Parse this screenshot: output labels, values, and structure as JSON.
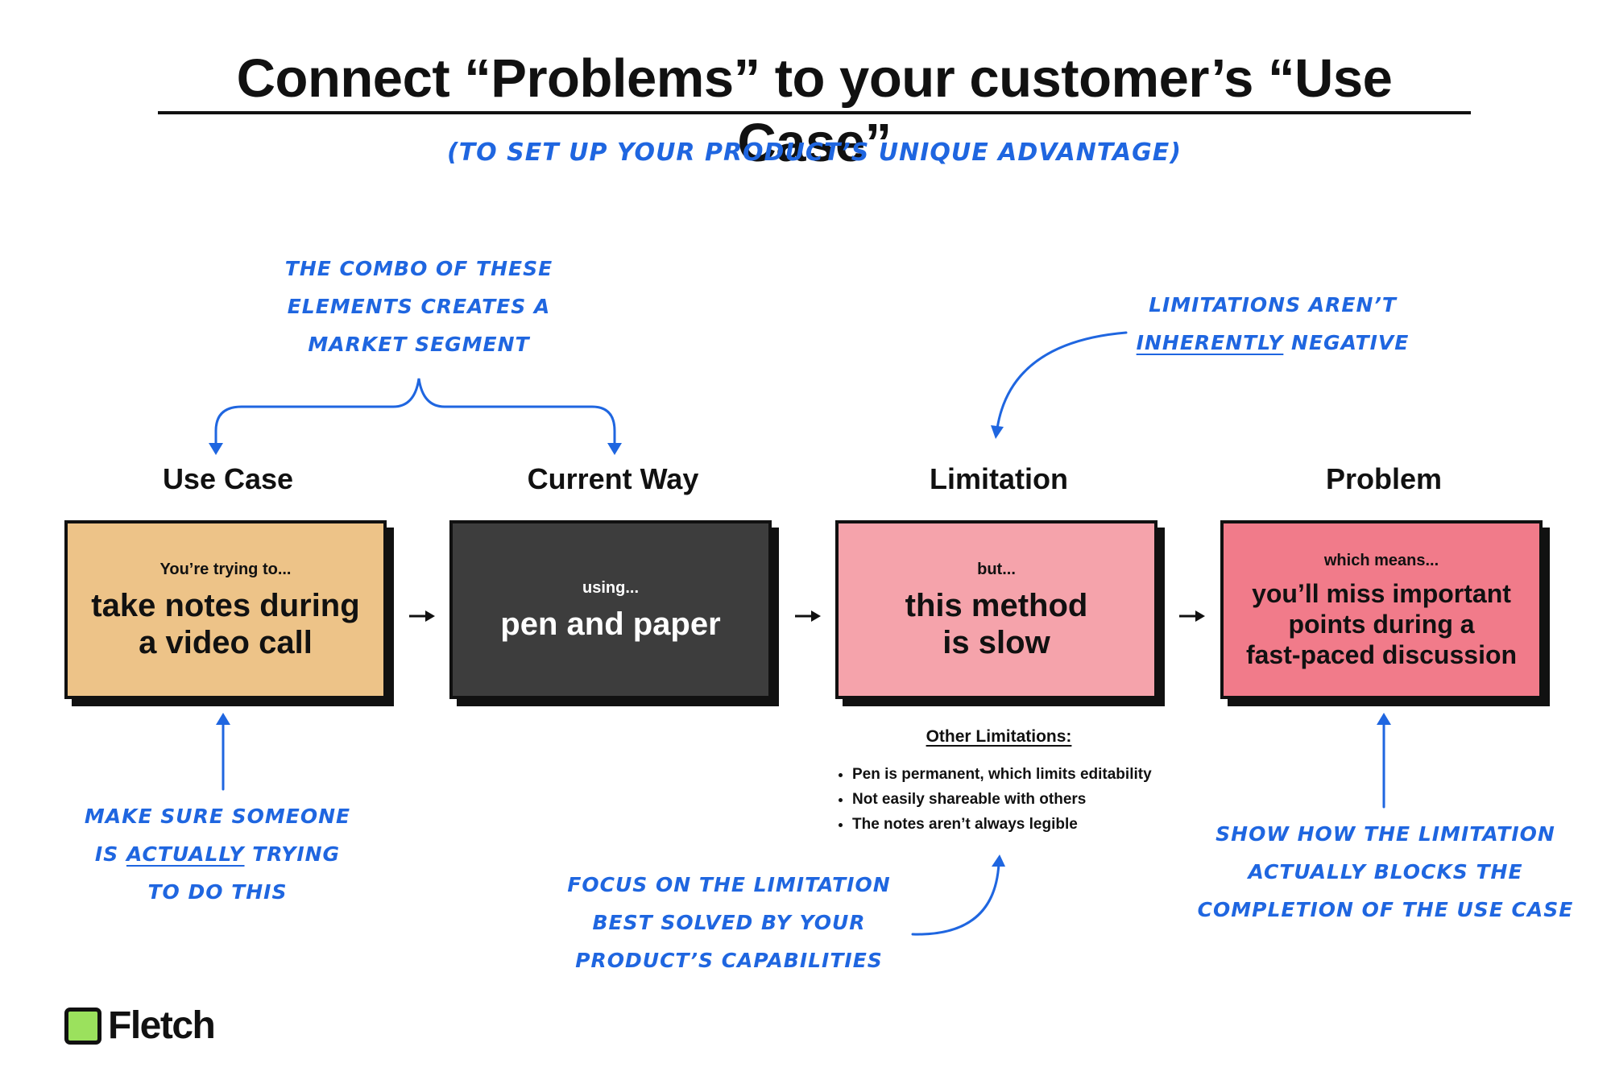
{
  "title": "Connect “Problems” to your customer’s “Use Case”",
  "subtitle": "(to set up your product’s unique advantage)",
  "annotations": {
    "combo": [
      "The combo of these",
      "elements creates a",
      "market segment"
    ],
    "limitations_negative": {
      "line1": "Limitations aren’t",
      "line2_underlined": "inherently",
      "line2_rest": " negative"
    },
    "make_sure": {
      "line1": "Make sure someone",
      "line2_prefix": "is ",
      "line2_underlined": "actually",
      "line2_rest": " trying",
      "line3": "to do this"
    },
    "focus": [
      "Focus on the limitation",
      "best solved by your",
      "product’s capabilities"
    ],
    "show": [
      "Show how the limitation",
      "actually blocks the",
      "completion of the use case"
    ]
  },
  "stages": [
    {
      "title": "Use Case",
      "lead": "You’re trying to...",
      "text_lines": [
        "take notes during",
        "a video call"
      ]
    },
    {
      "title": "Current Way",
      "lead": "using...",
      "text_lines": [
        "pen and paper"
      ]
    },
    {
      "title": "Limitation",
      "lead": "but...",
      "text_lines": [
        "this method",
        "is slow"
      ]
    },
    {
      "title": "Problem",
      "lead": "which means...",
      "text_lines": [
        "you’ll miss important",
        "points during a",
        "fast-paced discussion"
      ]
    }
  ],
  "other_limitations": {
    "heading": "Other Limitations:",
    "items": [
      "Pen is permanent, which limits editability",
      "Not easily shareable with others",
      "The notes aren’t always legible"
    ]
  },
  "colors": {
    "use_case": "#edc388",
    "current_way": "#3d3d3d",
    "limitation": "#f5a3ab",
    "problem": "#f17b8a",
    "annotation_blue": "#1f66e0",
    "logo_green": "#9be15d"
  },
  "logo": {
    "text": "Fletch",
    "icon": "fletch-logo-square-icon"
  }
}
